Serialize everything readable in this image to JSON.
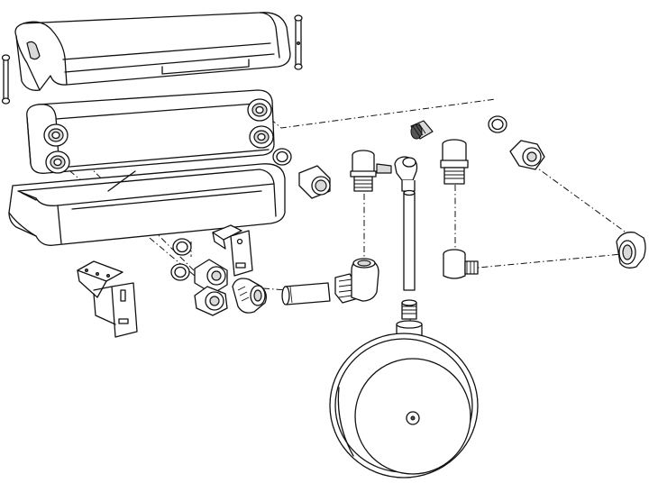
{
  "diagram": {
    "kind": "exploded-assembly-drawing",
    "style": "black line art on white background",
    "text_labels": [],
    "components": [
      {
        "name": "upper-insulation-shell"
      },
      {
        "name": "plate-heat-exchanger"
      },
      {
        "name": "lower-insulation-shell"
      },
      {
        "name": "mounting-bracket-small"
      },
      {
        "name": "wall-mounting-bracket"
      },
      {
        "name": "expansion-vessel"
      },
      {
        "name": "connection-pipe"
      },
      {
        "name": "pipe-unions-and-elbows"
      },
      {
        "name": "sealing-rings"
      },
      {
        "name": "air-vent-valve"
      },
      {
        "name": "fixing-clips"
      }
    ]
  }
}
